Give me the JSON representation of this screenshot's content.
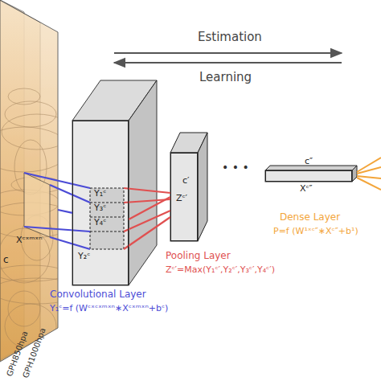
{
  "diagram": {
    "nodes": [
      {
        "text": [
          "Xᶜˣᵐˣⁿ",
          "c"
        ]
      },
      {
        "text": [
          "Y₁ᶜ",
          "Y₃ᶜ",
          "Y₄ᶜ",
          "Y₂ᶜ"
        ]
      },
      {
        "text": [
          "c′",
          "Zᶜ′"
        ]
      },
      {
        "text": [
          "c″",
          "Xᶜ″"
        ]
      }
    ],
    "edges": [
      {
        "from": 0,
        "to": 1,
        "arrow": "none"
      },
      {
        "from": 1,
        "to": 2,
        "arrow": "none"
      }
    ],
    "labels": [
      "Estimation",
      "Learning",
      "• • •",
      "Convolutional Layer",
      "Y₁ᶜ=f (Wᶜˣᶜˣᵐˣⁿ∗Xᶜˣᵐˣⁿ+bᶜ)",
      "Pooling Layer",
      "Zᶜ′=Max(Y₁ᶜ′,Y₂ᶜ′,Y₃ᶜ′,Y₄ᶜ′)",
      "Dense Layer",
      "P=f (W¹ˣᶜ″∗Xᶜ″+b¹)",
      "GPH850hpa",
      "GPH1000hpa"
    ]
  }
}
